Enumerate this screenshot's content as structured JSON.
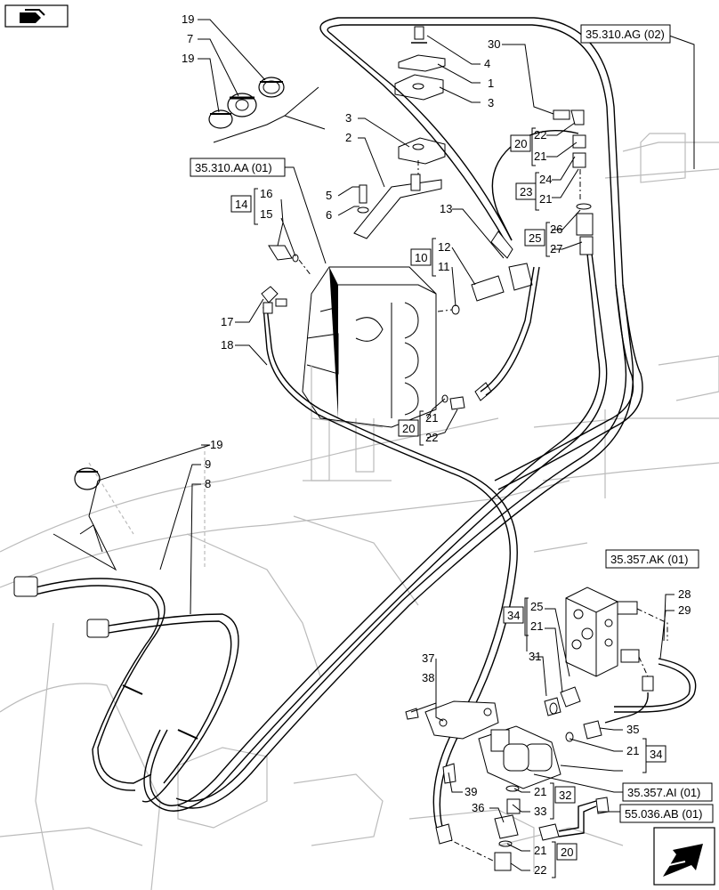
{
  "nav": {
    "book_icon": "book-icon",
    "next_arrow_icon": "forward-arrow-icon"
  },
  "refs": {
    "r1": "35.310.AG (02)",
    "r2": "35.310.AA (01)",
    "r3": "35.357.AK (01)",
    "r4": "35.357.AI (01)",
    "r5": "55.036.AB (01)"
  },
  "boxed": {
    "b14": "14",
    "b10": "10",
    "b20a": "20",
    "b20b": "20",
    "b23": "23",
    "b25": "25",
    "b20c": "20",
    "b34a": "34",
    "b34b": "34",
    "b32": "32"
  },
  "labels": {
    "l19a": "19",
    "l7": "7",
    "l19b": "19",
    "l4": "4",
    "l1": "1",
    "l3a": "3",
    "l30": "30",
    "l3b": "3",
    "l2": "2",
    "l5": "5",
    "l6": "6",
    "l16": "16",
    "l15": "15",
    "l13": "13",
    "l12": "12",
    "l11": "11",
    "l22a": "22",
    "l21a": "21",
    "l24": "24",
    "l21b": "21",
    "l26": "26",
    "l27": "27",
    "l17": "17",
    "l18": "18",
    "l21c": "21",
    "l22b": "22",
    "l19c": "19",
    "l9": "9",
    "l8": "8",
    "l28": "28",
    "l29": "29",
    "l25": "25",
    "l21d": "21",
    "l37": "37",
    "l38": "38",
    "l31": "31",
    "l35": "35",
    "l21e": "21",
    "l39": "39",
    "l21f": "21",
    "l33": "33",
    "l36": "36",
    "l21g": "21",
    "l22c": "22"
  }
}
